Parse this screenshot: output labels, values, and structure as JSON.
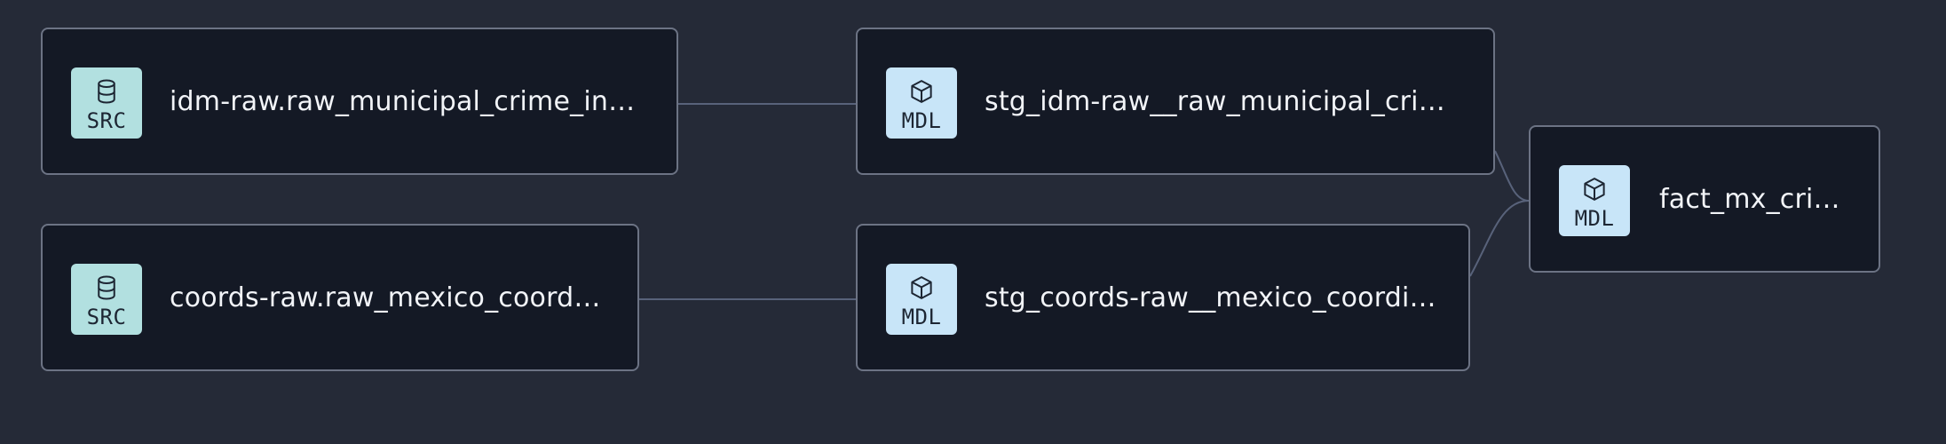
{
  "colors": {
    "background": "#252a37",
    "node_fill": "#141925",
    "node_border": "#6c7384",
    "edge": "#58627a",
    "src_badge": "#b2e0e0",
    "mdl_badge": "#c8e5f8",
    "label_text": "#f2f4f8"
  },
  "nodes": [
    {
      "id": "src_municipal",
      "badge": "SRC",
      "icon": "database-icon",
      "label": "idm-raw.raw_municipal_crime_incide…"
    },
    {
      "id": "src_coords",
      "badge": "SRC",
      "icon": "database-icon",
      "label": "coords-raw.raw_mexico_coordinates"
    },
    {
      "id": "stg_municipal",
      "badge": "MDL",
      "icon": "cube-icon",
      "label": "stg_idm-raw__raw_municipal_crime_…"
    },
    {
      "id": "stg_coords",
      "badge": "MDL",
      "icon": "cube-icon",
      "label": "stg_coords-raw__mexico_coordinates"
    },
    {
      "id": "fact_mx_crimes",
      "badge": "MDL",
      "icon": "cube-icon",
      "label": "fact_mx_crimes"
    }
  ],
  "edges": [
    {
      "from": "src_municipal",
      "to": "stg_municipal"
    },
    {
      "from": "src_coords",
      "to": "stg_coords"
    },
    {
      "from": "stg_municipal",
      "to": "fact_mx_crimes"
    },
    {
      "from": "stg_coords",
      "to": "fact_mx_crimes"
    }
  ]
}
